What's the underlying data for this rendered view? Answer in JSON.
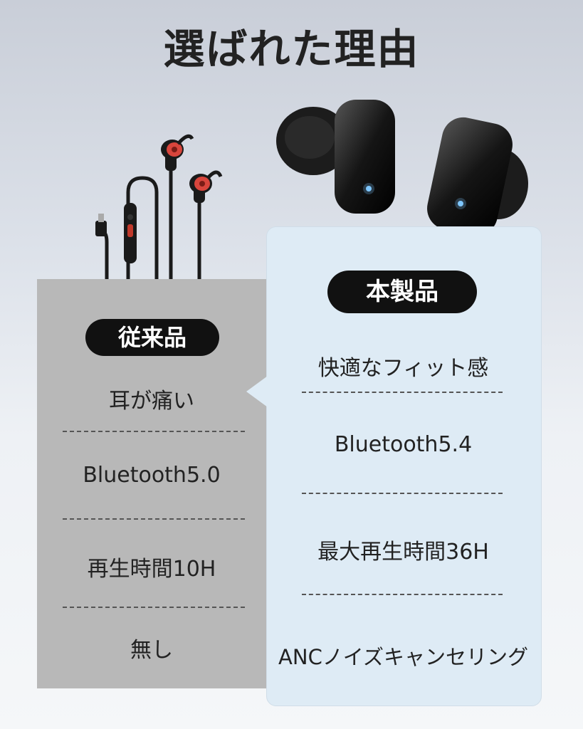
{
  "title": "選ばれた理由",
  "conventional": {
    "label": "従来品",
    "items": [
      "耳が痛い",
      "Bluetooth5.0",
      "再生時間10H",
      "無し"
    ]
  },
  "ours": {
    "label": "本製品",
    "items": [
      "快適なフィット感",
      "Bluetooth5.4",
      "最大再生時間36H",
      "ANCノイズキャンセリング"
    ]
  },
  "colors": {
    "left_panel": "#b8b8b8",
    "right_panel": "#deebf5",
    "pill": "#111111",
    "accent_eartip": "#d8453c"
  },
  "images": {
    "wired": "wired-earphones-image",
    "wireless": "wireless-earbuds-image"
  }
}
